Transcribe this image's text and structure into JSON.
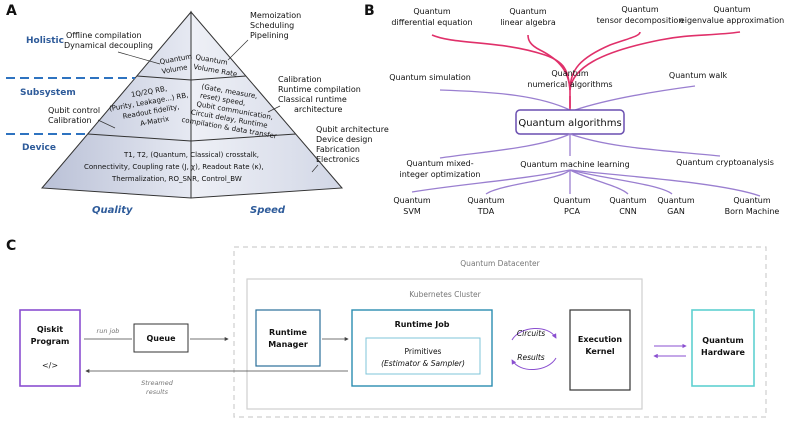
{
  "panels": {
    "a": "A",
    "b": "B",
    "c": "C"
  },
  "pyramid": {
    "levels": [
      "Holistic",
      "Subsystem",
      "Device"
    ],
    "axis_left": "Quality",
    "axis_right": "Speed",
    "left_labels": {
      "holistic": [
        "Offline compilation",
        "Dynamical decoupling"
      ],
      "device": [
        "Qubit control",
        "Calibration"
      ]
    },
    "right_labels": {
      "holistic": [
        "Memoization",
        "Scheduling",
        "Pipelining"
      ],
      "subsystem": [
        "Calibration",
        "Runtime compilation",
        "Classical runtime",
        "architecture"
      ],
      "device": [
        "Qubit architecture",
        "Device design",
        "Fabrication",
        "Electronics"
      ]
    },
    "top": {
      "left": [
        "Quantum",
        "Volume"
      ],
      "right": [
        "Quantum",
        "Volume Rate"
      ]
    },
    "middle": {
      "left": [
        "1Q/2Q RB,",
        "(Purity, Leakage...) RB,",
        "Readout fidelity,",
        "A-Matrix"
      ],
      "right": [
        "(Gate, measure,",
        "reset) speed,",
        "Qubit communication,",
        "Circuit delay, Runtime",
        "compilation & data transfer"
      ]
    },
    "bottom": [
      "T1, T2, (Quantum, Classical) crosstalk,",
      "Connectivity, Coupling rate (J, χ),  Readout Rate (κ),",
      "Thermalization, RO_SNR, Control_BW"
    ]
  },
  "algorithms": {
    "center": "Quantum algorithms",
    "top_leaves": [
      "Quantum",
      "differential equation",
      "Quantum",
      "linear algebra",
      "Quantum",
      "tensor decomposition",
      "Quantum",
      "eigenvalue approximation"
    ],
    "quantum_simulation": "Quantum simulation",
    "numerical": [
      "Quantum",
      "numerical algorithms"
    ],
    "quantum_walk": "Quantum walk",
    "mixed_integer": [
      "Quantum mixed-",
      "integer optimization"
    ],
    "machine_learning": "Quantum machine learning",
    "cryptoanalysis": "Quantum cryptoanalysis",
    "ml_leaves": [
      "Quantum",
      "SVM",
      "Quantum",
      "TDA",
      "Quantum",
      "PCA",
      "Quantum",
      "CNN",
      "Quantum",
      "GAN",
      "Quantum",
      "Born Machine"
    ]
  },
  "architecture": {
    "datacenter": "Quantum Datacenter",
    "cluster": "Kubernetes Cluster",
    "program": [
      "Qiskit",
      "Program"
    ],
    "program_icon": "</>",
    "run_job": "run job",
    "queue": "Queue",
    "manager": [
      "Runtime",
      "Manager"
    ],
    "runtime_job": "Runtime Job",
    "primitives": [
      "Primitives",
      "(Estimator & Sampler)"
    ],
    "circuits": "Circuits",
    "results": "Results",
    "kernel": [
      "Execution",
      "Kernel"
    ],
    "hardware": [
      "Quantum",
      "Hardware"
    ],
    "streamed": [
      "Streamed",
      "results"
    ],
    "colors": {
      "program": "#8a4fd0",
      "runtime_job": "#2a8db0",
      "hardware": "#5fd0d0",
      "level_blue": "#2e5b9a",
      "tree_pink": "#e0306a",
      "tree_purple": "#9a7fd0"
    }
  }
}
